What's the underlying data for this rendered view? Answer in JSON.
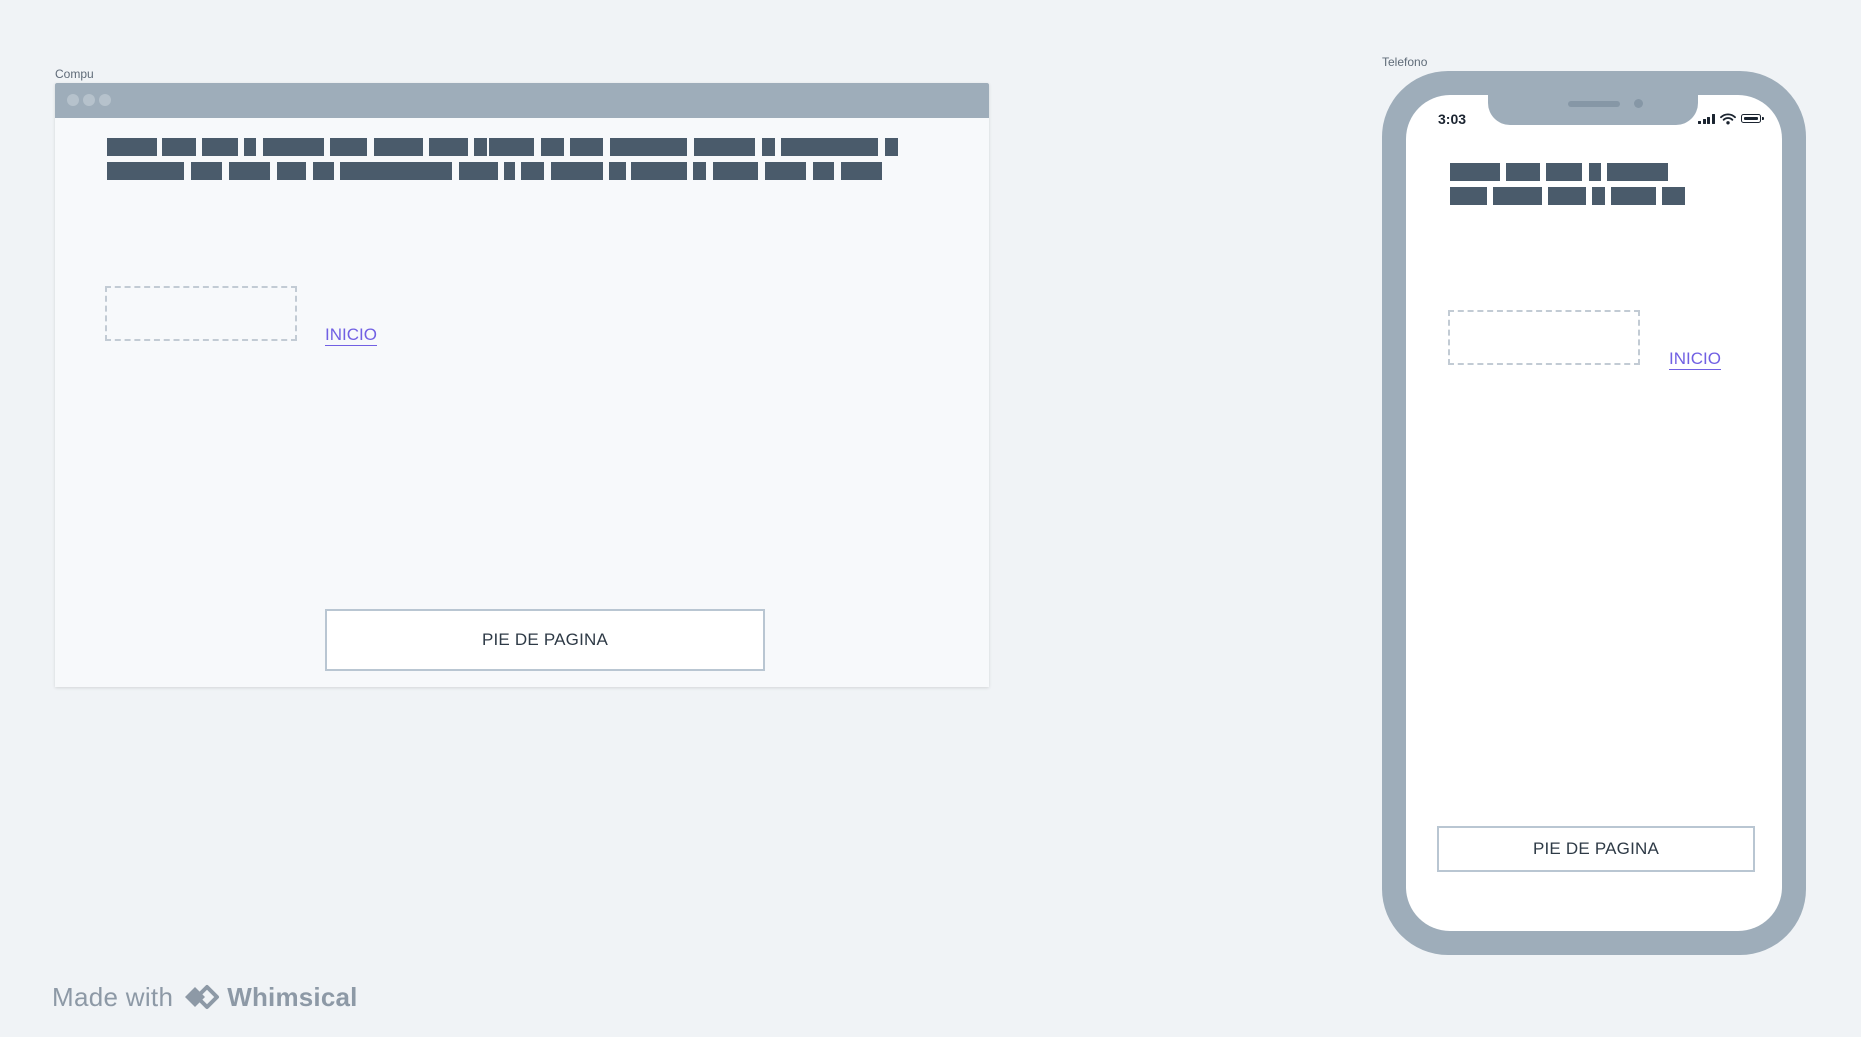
{
  "frames": {
    "desktop": {
      "label": "Compu",
      "link_text": "INICIO",
      "footer_text": "PIE DE PAGINA"
    },
    "phone": {
      "label": "Telefono",
      "status_time": "3:03",
      "link_text": "INICIO",
      "footer_text": "PIE DE PAGINA"
    }
  },
  "watermark": {
    "prefix": "Made with",
    "brand": "Whimsical"
  },
  "icons": [
    "browser-dots-icon",
    "signal-icon",
    "wifi-icon",
    "battery-icon",
    "whimsical-logo-icon"
  ],
  "colors": {
    "canvas": "#f0f3f6",
    "frame": "#9eadba",
    "text_placeholder": "#4a5b6b",
    "link": "#7160e3",
    "footer_border": "#b9c6d2"
  }
}
